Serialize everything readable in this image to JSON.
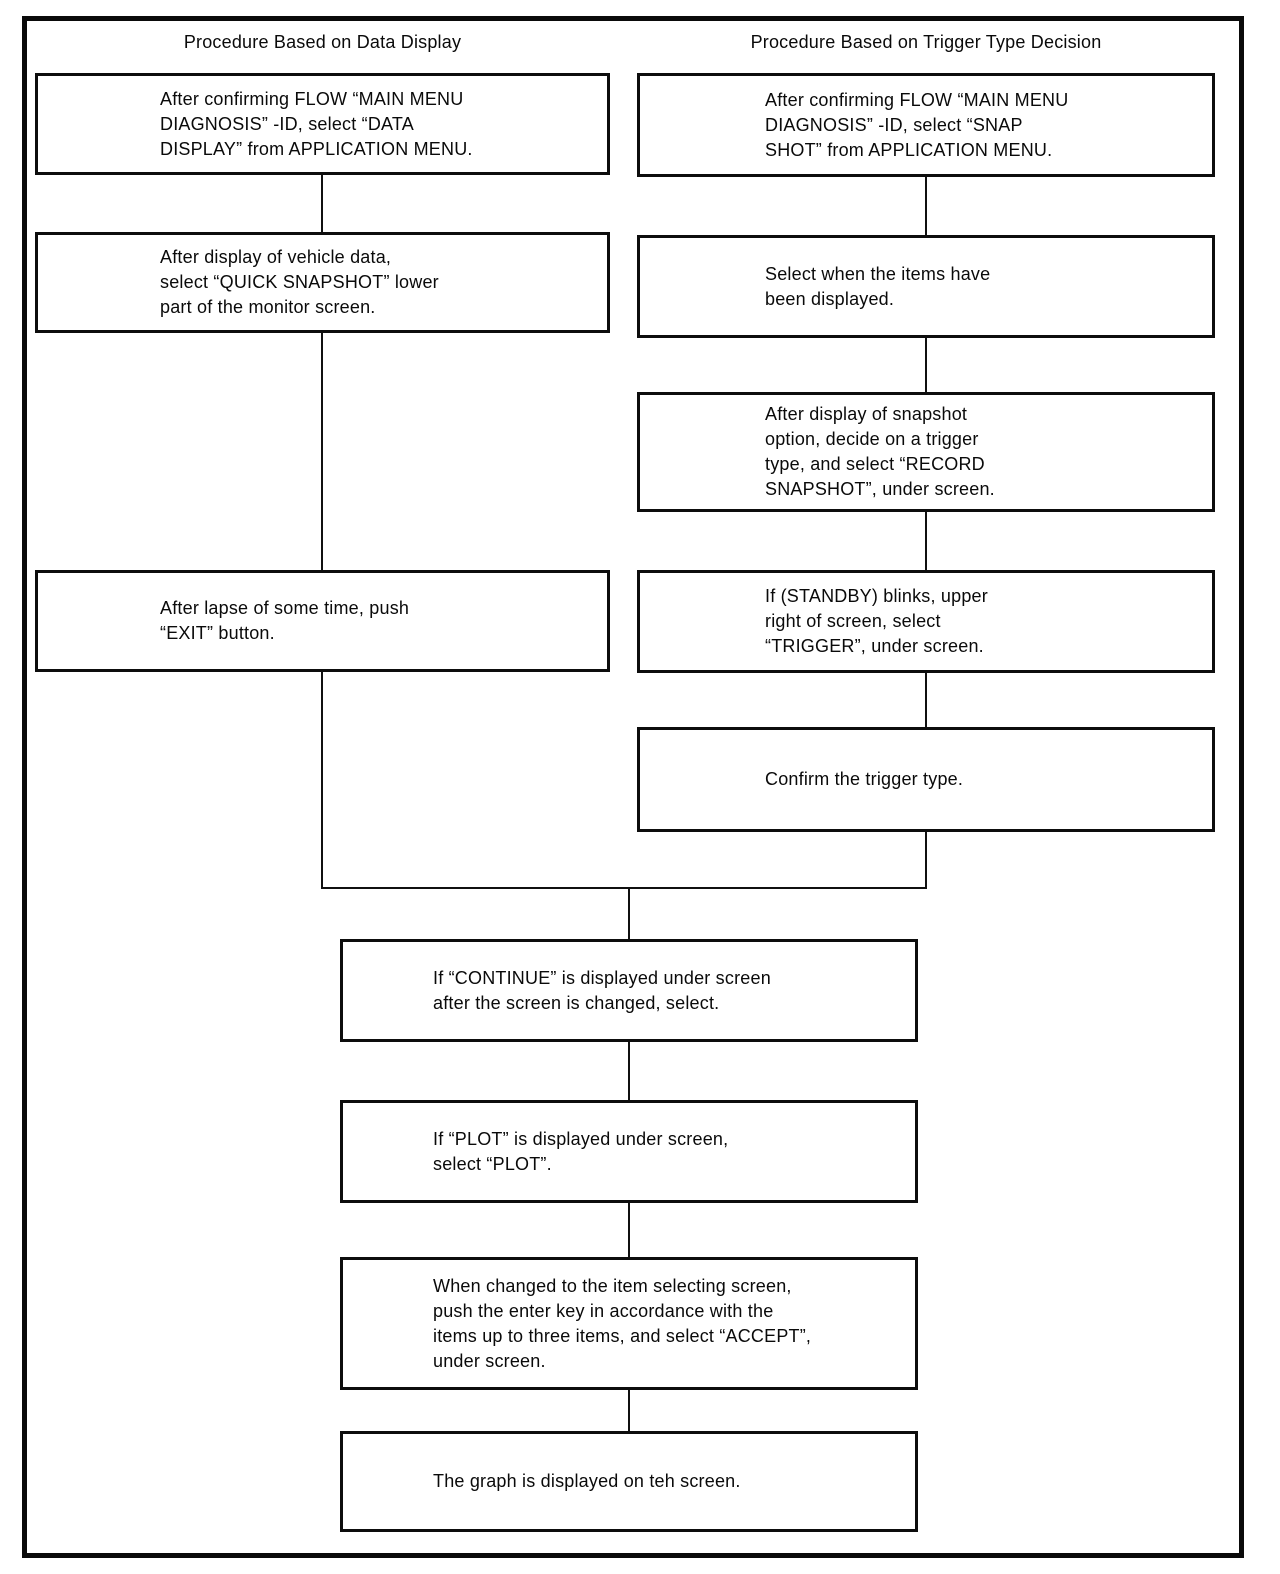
{
  "colors": {
    "ink": "#0a0a0a",
    "background": "#ffffff"
  },
  "flow": {
    "left_header": "Procedure Based on Data Display",
    "right_header": "Procedure Based on Trigger Type Decision",
    "left_steps": [
      "After confirming FLOW “MAIN MENU\nDIAGNOSIS” -ID, select “DATA\nDISPLAY” from APPLICATION MENU.",
      "After display of vehicle data,\nselect “QUICK SNAPSHOT” lower\npart of the monitor screen.",
      "After lapse of some time, push\n“EXIT” button."
    ],
    "right_steps": [
      "After confirming FLOW “MAIN MENU\nDIAGNOSIS” -ID, select “SNAP\nSHOT” from APPLICATION MENU.",
      "Select when the items have\nbeen displayed.",
      "After display of snapshot\noption, decide on a trigger\ntype, and select “RECORD\nSNAPSHOT”, under screen.",
      "If (STANDBY) blinks, upper\nright of screen, select\n“TRIGGER”, under screen.",
      "Confirm the trigger type."
    ],
    "merged_steps": [
      "If “CONTINUE” is displayed under screen\nafter the screen is changed, select.",
      "If “PLOT” is displayed under screen,\nselect “PLOT”.",
      "When changed to the item selecting screen,\npush the enter key in accordance with the\nitems up to three items, and select “ACCEPT”,\nunder screen.",
      "The graph is displayed on teh screen."
    ]
  }
}
